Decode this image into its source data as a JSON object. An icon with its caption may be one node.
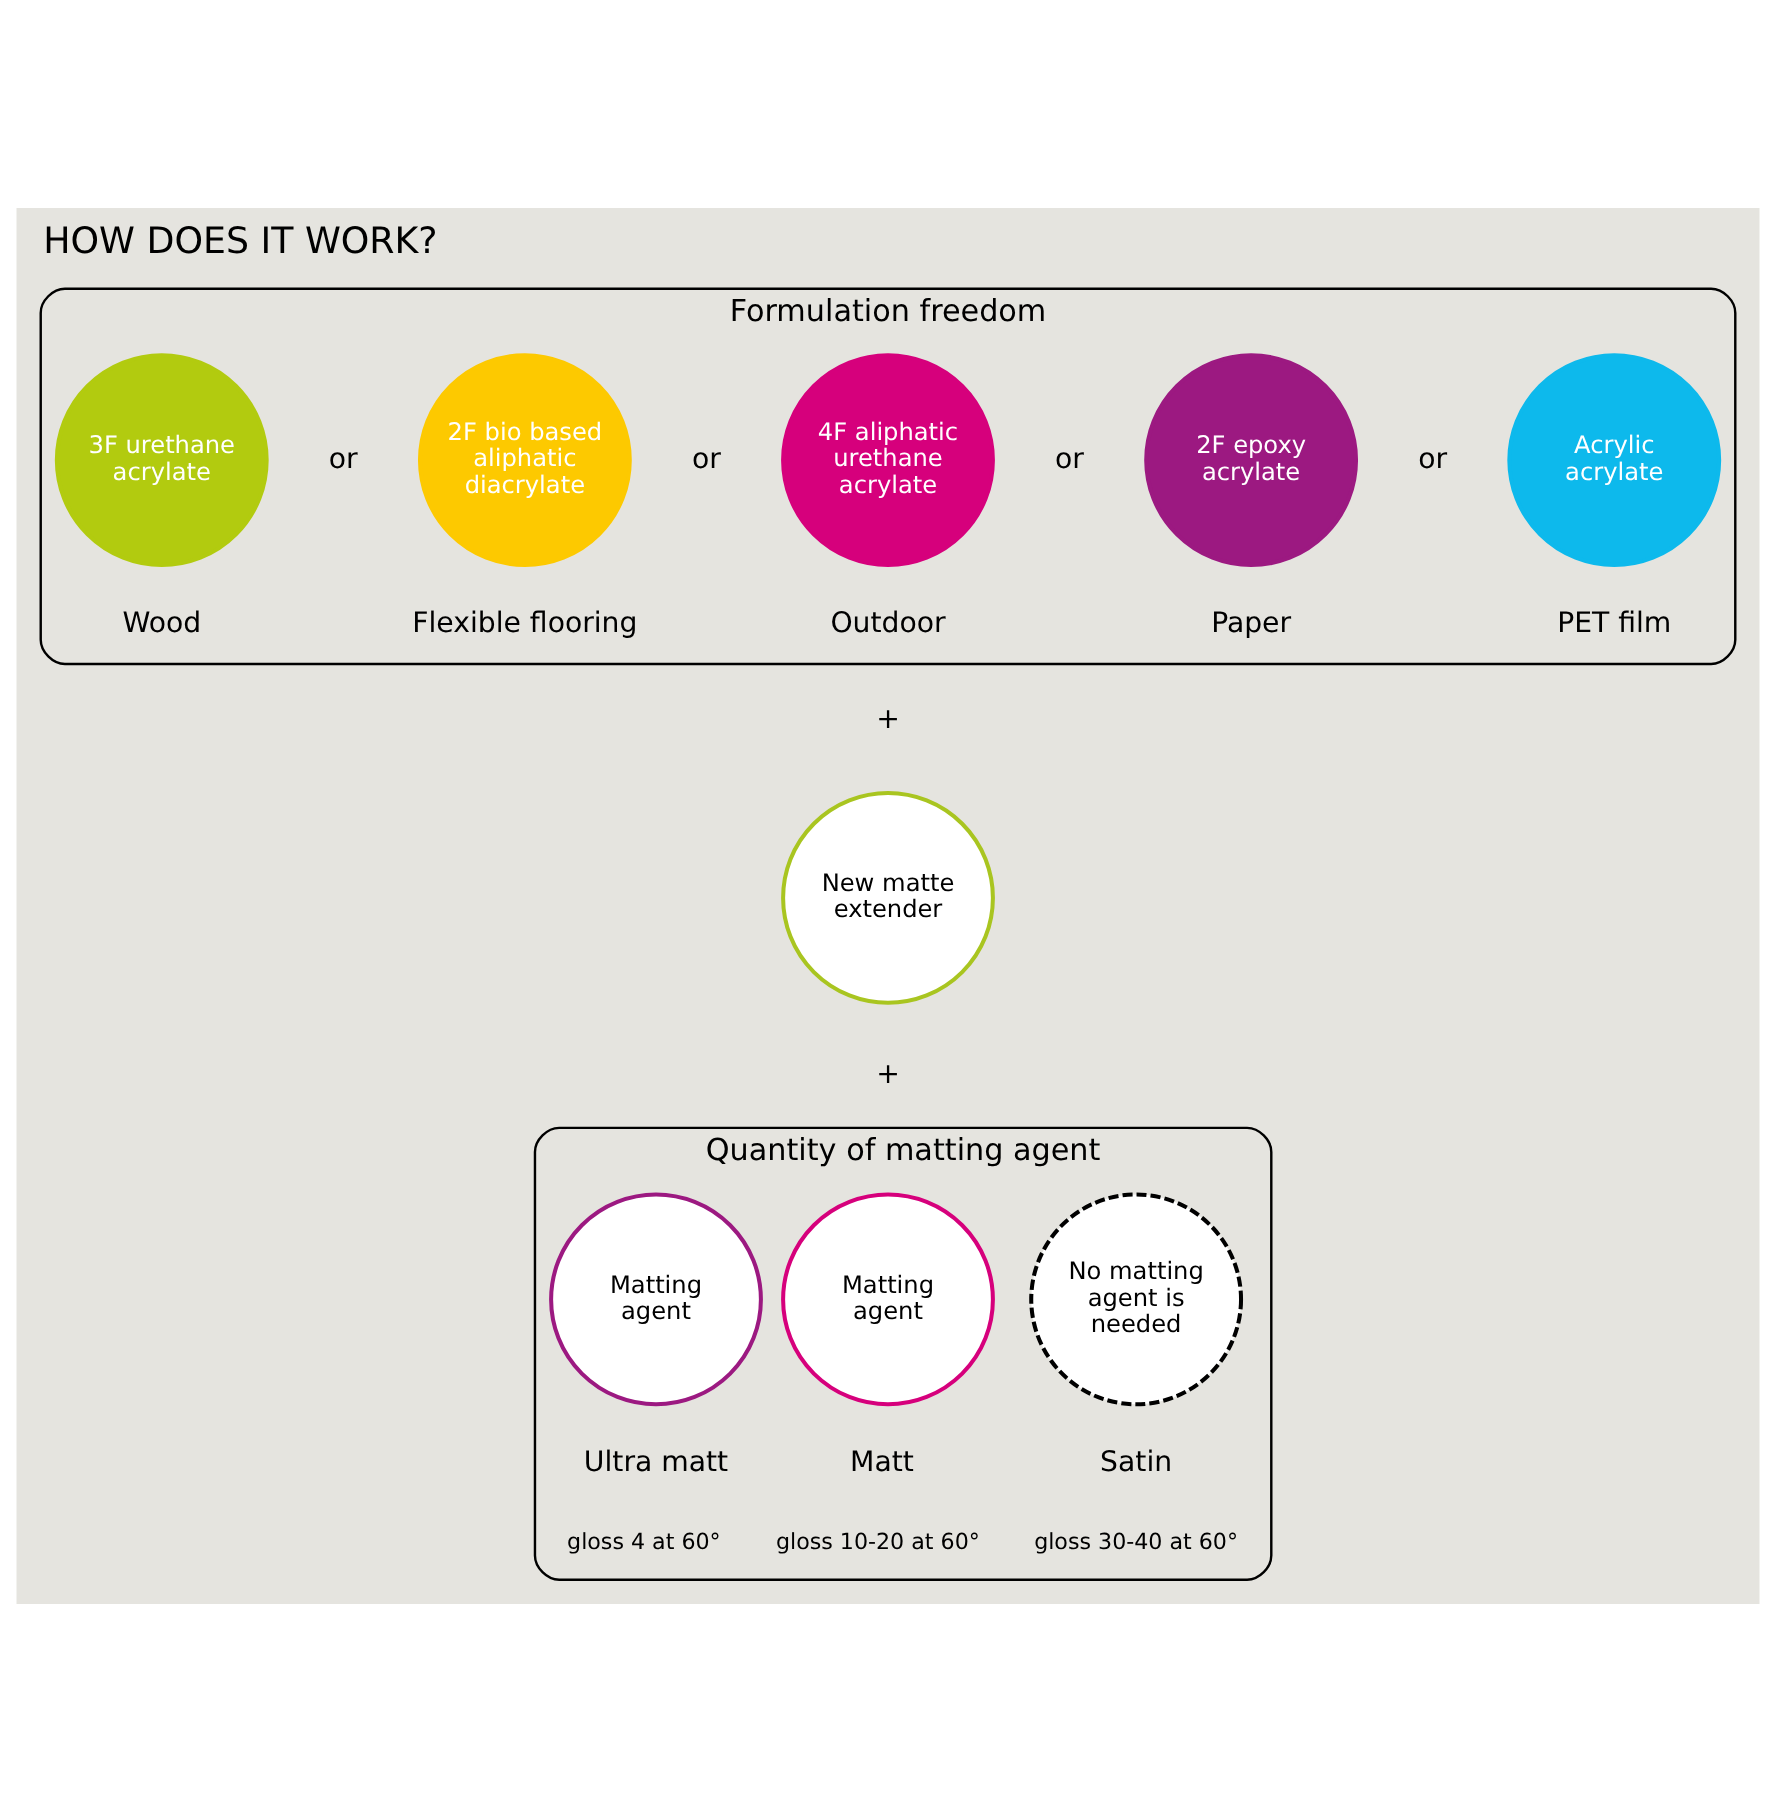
{
  "diagram": {
    "title": "HOW DOES IT WORK?",
    "nodes": [
      {
        "text": [
          "Formulation freedom"
        ]
      },
      {
        "text": [
          "3F urethane acrylate"
        ],
        "in": 0,
        "beside": [
          "Wood"
        ]
      },
      {
        "text": [
          "2F bio based aliphatic diacrylate"
        ],
        "in": 0,
        "beside": [
          "Flexible flooring"
        ]
      },
      {
        "text": [
          "4F aliphatic urethane acrylate"
        ],
        "in": 0,
        "beside": [
          "Outdoor"
        ]
      },
      {
        "text": [
          "2F epoxy acrylate"
        ],
        "in": 0,
        "beside": [
          "Paper"
        ]
      },
      {
        "text": [
          "Acrylic acrylate"
        ],
        "in": 0,
        "beside": [
          "PET film"
        ]
      },
      {
        "text": [
          "New matte extender"
        ]
      },
      {
        "text": [
          "Quantity of matting agent"
        ]
      },
      {
        "text": [
          "Matting agent"
        ],
        "in": 7,
        "beside": [
          "Ultra matt",
          "gloss 4 at 60°"
        ]
      },
      {
        "text": [
          "Matting agent"
        ],
        "in": 7,
        "beside": [
          "Matt",
          "gloss 10-20 at 60°"
        ]
      },
      {
        "text": [
          "No matting agent is needed"
        ],
        "in": 7,
        "beside": [
          "Satin",
          "gloss 30-40 at 60°"
        ]
      }
    ],
    "edges": [],
    "labels": [
      "or",
      "or",
      "or",
      "or",
      "+",
      "+"
    ]
  }
}
